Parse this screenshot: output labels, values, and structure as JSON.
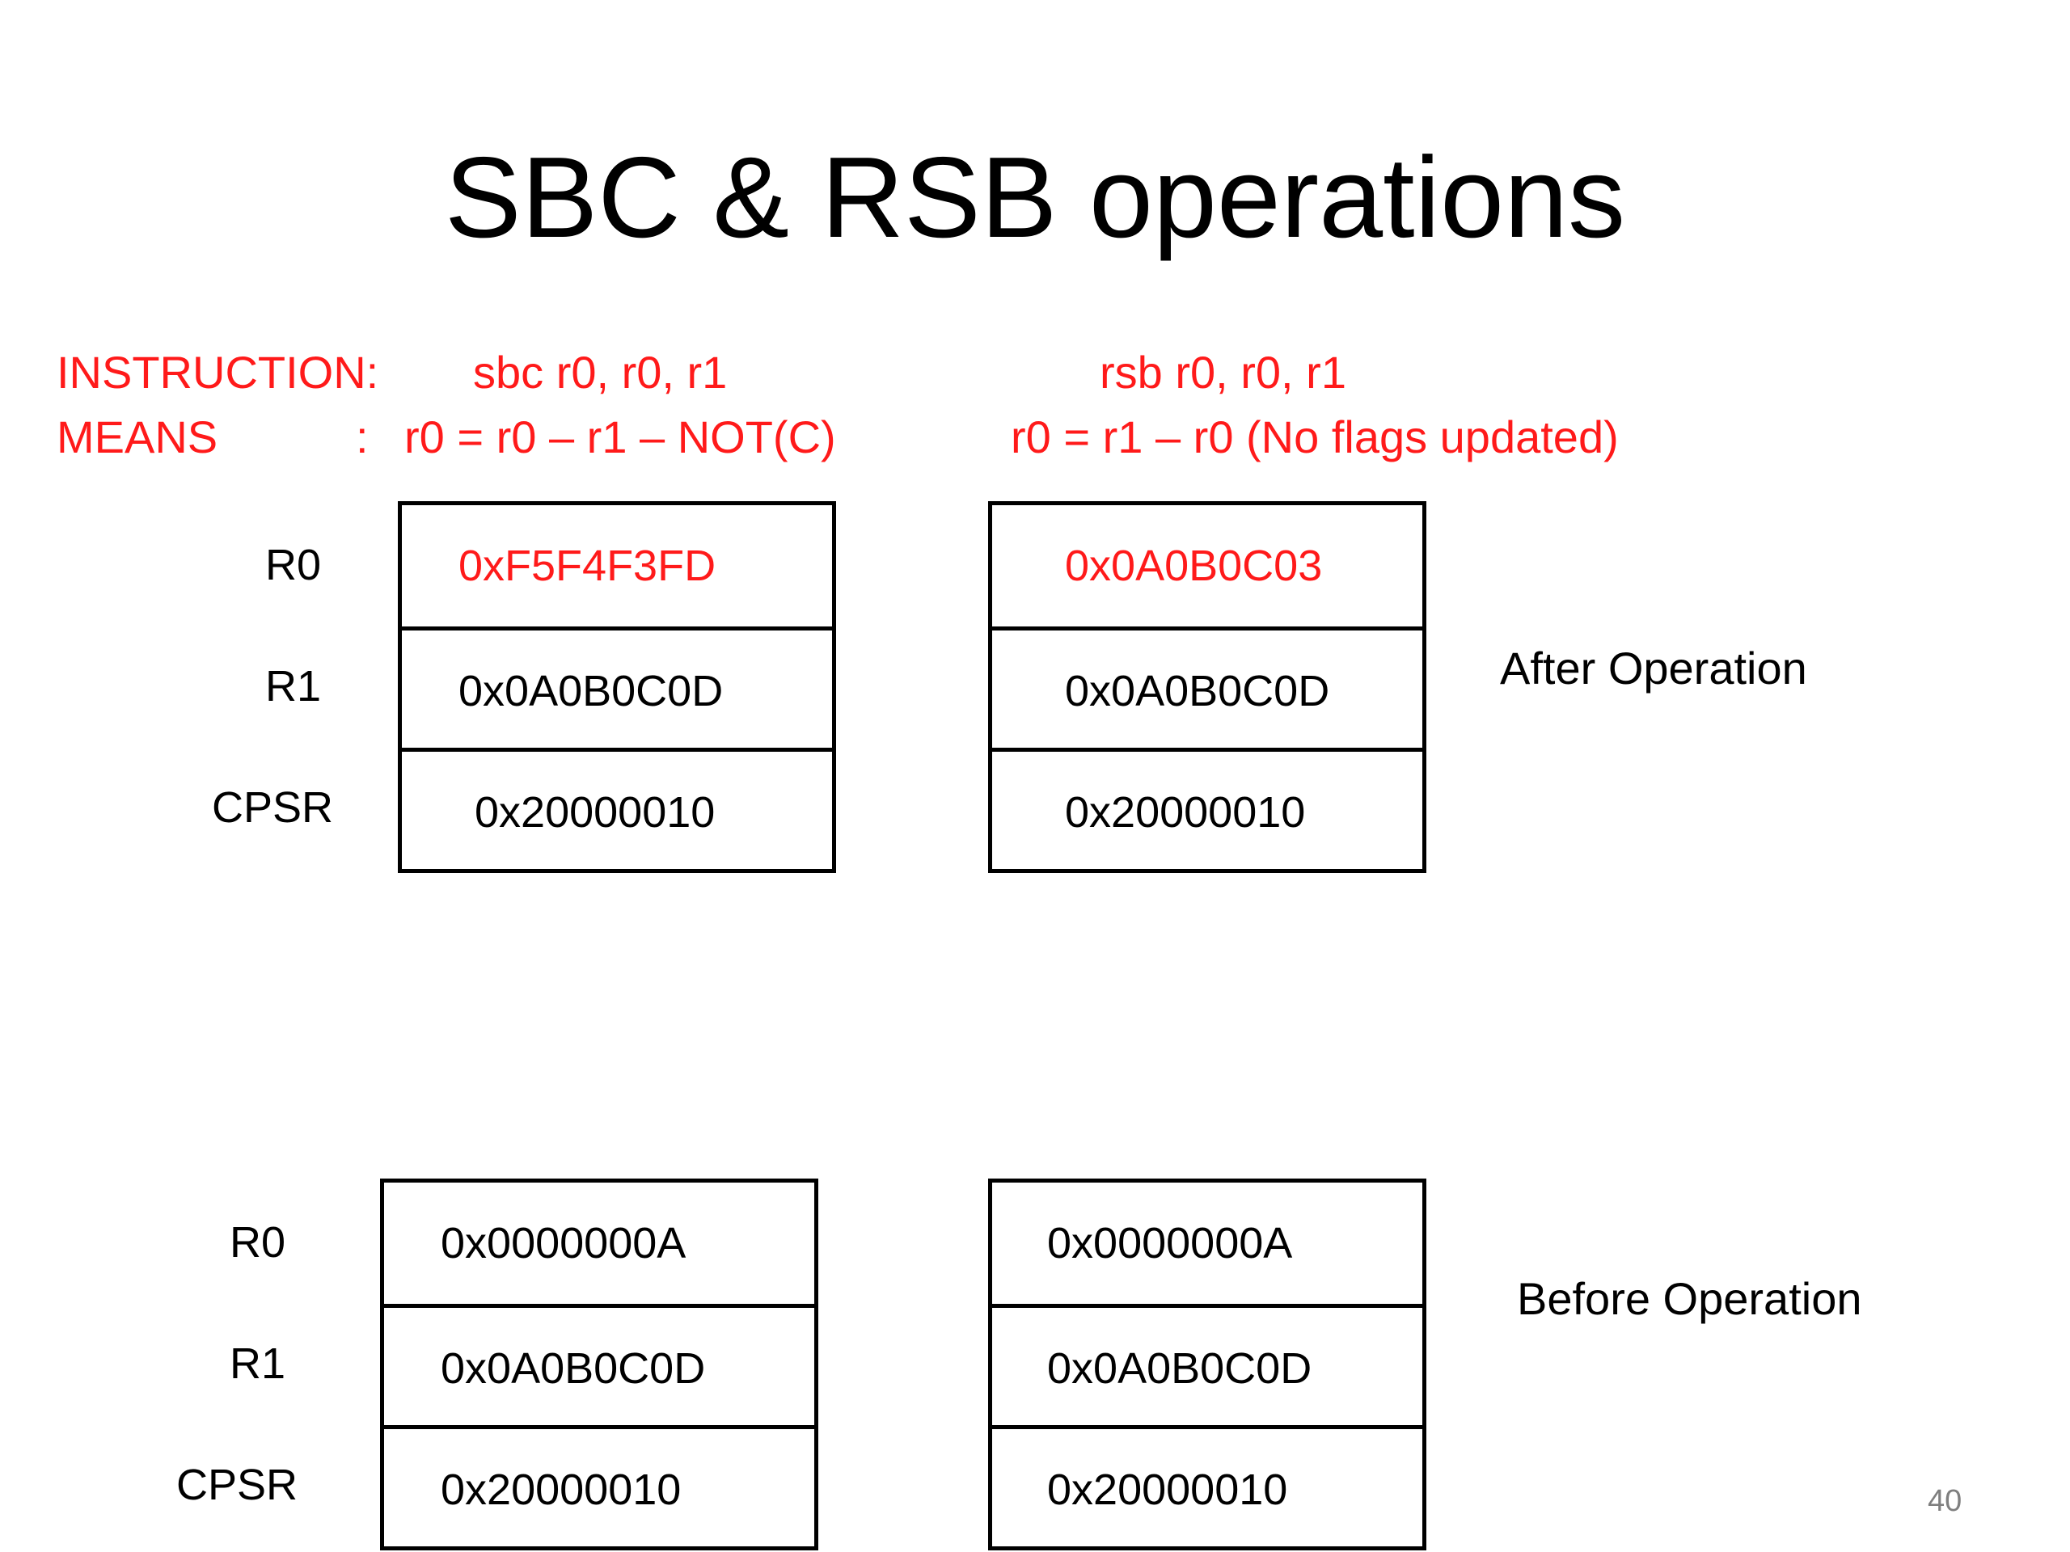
{
  "slide": {
    "title": "SBC & RSB operations",
    "page_number": "40"
  },
  "instruction_line": {
    "label": "INSTRUCTION:",
    "sbc": "sbc r0, r0, r1",
    "rsb": "rsb r0, r0, r1"
  },
  "means_line": {
    "label": "MEANS",
    "colon": ":",
    "sbc": "r0 = r0 – r1 – NOT(C)",
    "rsb": "r0 = r1 – r0 (No flags updated)"
  },
  "after": {
    "caption": "After Operation",
    "labels": [
      "R0",
      "R1",
      "CPSR"
    ],
    "sbc_values": [
      "0xF5F4F3FD",
      "0x0A0B0C0D",
      "0x20000010"
    ],
    "rsb_values": [
      "0x0A0B0C03",
      "0x0A0B0C0D",
      "0x20000010"
    ]
  },
  "before": {
    "caption": "Before Operation",
    "labels": [
      "R0",
      "R1",
      "CPSR"
    ],
    "sbc_values": [
      "0x0000000A",
      "0x0A0B0C0D",
      "0x20000010"
    ],
    "rsb_values": [
      "0x0000000A",
      "0x0A0B0C0D",
      "0x20000010"
    ]
  },
  "colors": {
    "highlight": "#ff1a1a",
    "text": "#000000",
    "page_number": "#7f7f7f"
  }
}
